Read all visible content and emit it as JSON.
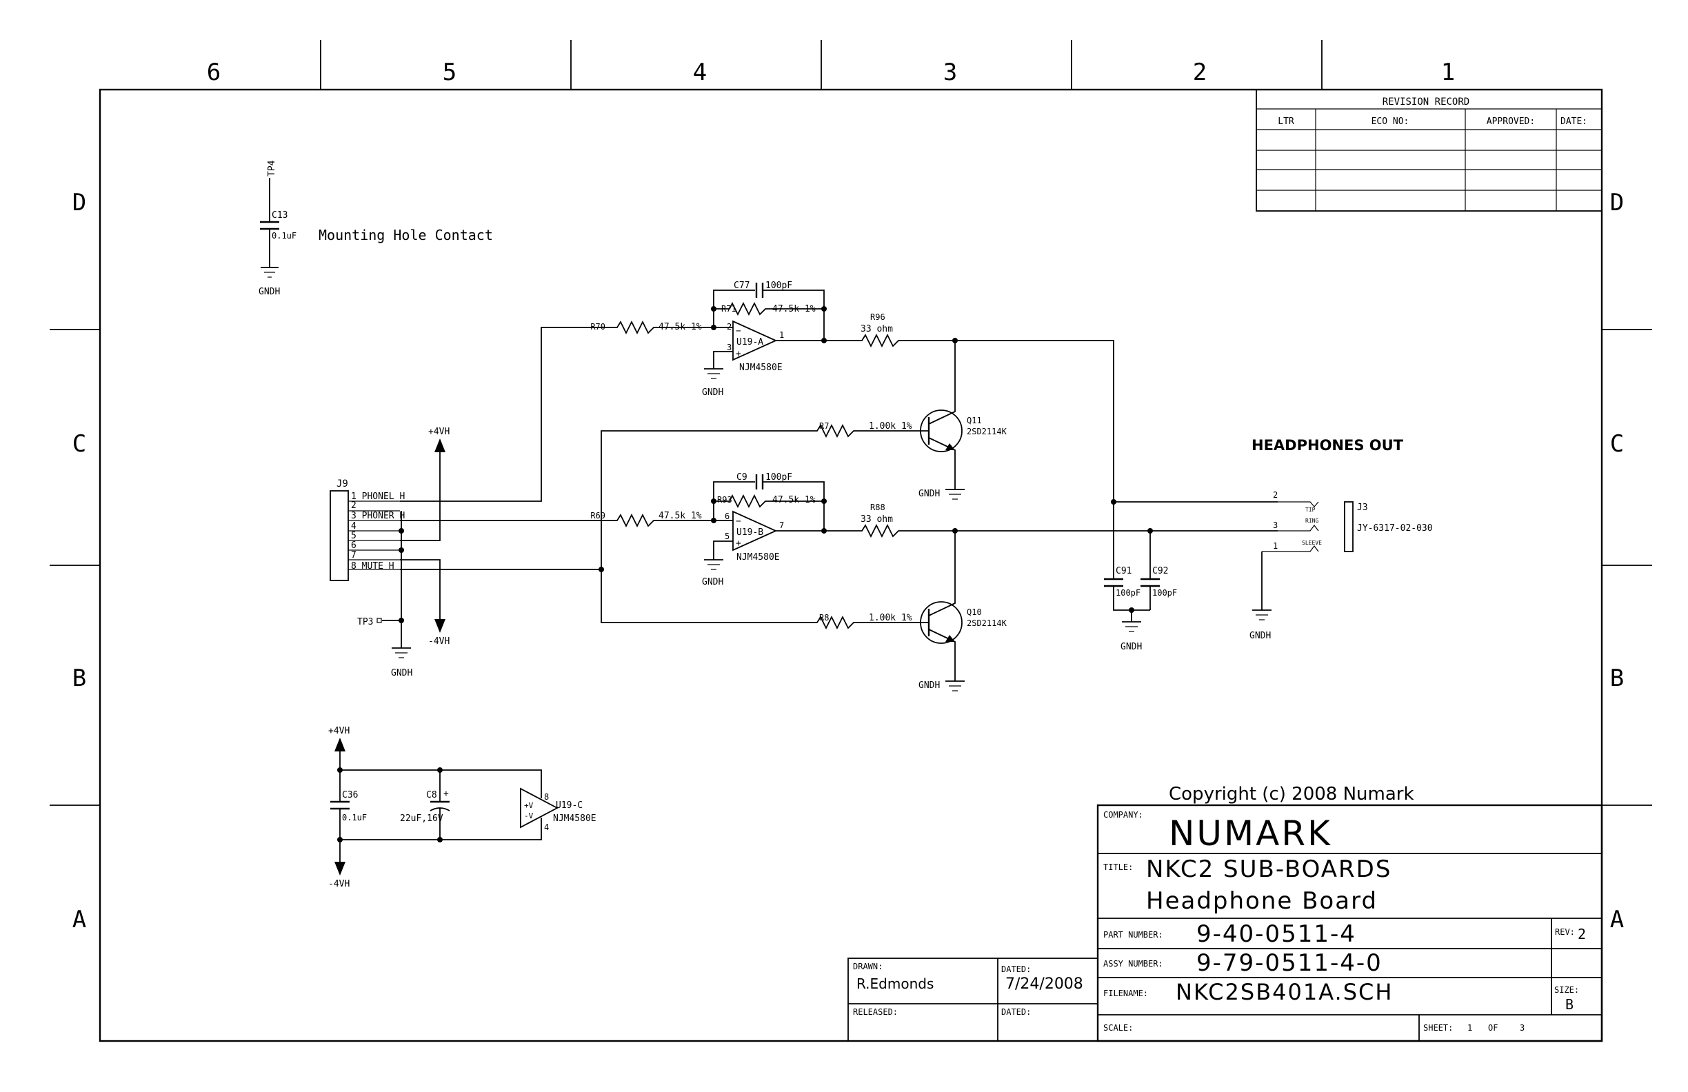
{
  "border": {
    "columns": [
      "6",
      "5",
      "4",
      "3",
      "2",
      "1"
    ],
    "rows": [
      "D",
      "C",
      "B",
      "A"
    ]
  },
  "revision_record": {
    "title": "REVISION RECORD",
    "headers": [
      "LTR",
      "ECO NO:",
      "APPROVED:",
      "DATE:"
    ]
  },
  "mounting": {
    "tp": "TP4",
    "cap": "C13",
    "cap_value": "0.1uF",
    "note": "Mounting Hole Contact",
    "gnd": "GNDH"
  },
  "connector_j9": {
    "ref": "J9",
    "pins": [
      "1 PHONEL H",
      "2",
      "3 PHONER H",
      "4",
      "5",
      "6",
      "7",
      "8 MUTE H"
    ]
  },
  "rails": {
    "pos": "+4VH",
    "neg": "-4VH",
    "gnd": "GNDH"
  },
  "tp3": "TP3",
  "amp_a": {
    "r_in": "R70",
    "r_in_val": "47.5k 1%",
    "c_fb": "C77",
    "c_fb_val": "100pF",
    "r_fb": "R71",
    "r_fb_val": "47.5k 1%",
    "u": "U19-A",
    "part": "NJM4580E",
    "pins": [
      "2",
      "3",
      "1"
    ],
    "r_out": "R96",
    "r_out_val": "33 ohm"
  },
  "amp_b": {
    "r_in": "R69",
    "r_in_val": "47.5k 1%",
    "c_fb": "C9",
    "c_fb_val": "100pF",
    "r_fb": "R93",
    "r_fb_val": "47.5k 1%",
    "u": "U19-B",
    "part": "NJM4580E",
    "pins": [
      "6",
      "5",
      "7"
    ],
    "r_out": "R88",
    "r_out_val": "33 ohm"
  },
  "mute_q11": {
    "r": "R7",
    "r_val": "1.00k 1%",
    "q": "Q11",
    "part": "2SD2114K"
  },
  "mute_q10": {
    "r": "R8",
    "r_val": "1.00k 1%",
    "q": "Q10",
    "part": "2SD2114K"
  },
  "out_caps": {
    "c91": "C91",
    "c91_val": "100pF",
    "c92": "C92",
    "c92_val": "100pF"
  },
  "headphones": {
    "label": "HEADPHONES OUT",
    "ref": "J3",
    "part": "JY-6317-02-030",
    "pin_tip": "2",
    "pin_ring": "3",
    "pin_sleeve": "1",
    "tip": "TIP",
    "ring": "RING",
    "sleeve": "SLEEVE"
  },
  "supply": {
    "c36": "C36",
    "c36_val": "0.1uF",
    "c8": "C8",
    "c8_val": "22uF,16V",
    "u": "U19-C",
    "part": "NJM4580E",
    "pin_top": "8",
    "pin_bot": "4",
    "plus_v": "+V",
    "minus_v": "-V"
  },
  "title_block": {
    "copyright": "Copyright (c) 2008 Numark",
    "company_label": "COMPANY:",
    "company": "NUMARK",
    "title_label": "TITLE:",
    "title_line1": "NKC2 SUB-BOARDS",
    "title_line2": "Headphone Board",
    "part_label": "PART NUMBER:",
    "part_number": "9-40-0511-4",
    "rev_label": "REV:",
    "rev": "2",
    "assy_label": "ASSY NUMBER:",
    "assy_number": "9-79-0511-4-0",
    "filename_label": "FILENAME:",
    "filename": "NKC2SB401A.SCH",
    "size_label": "SIZE:",
    "size": "B",
    "scale_label": "SCALE:",
    "sheet_label": "SHEET:",
    "sheet": "1",
    "of_label": "OF",
    "of": "3",
    "drawn_label": "DRAWN:",
    "drawn": "R.Edmonds",
    "dated_label": "DATED:",
    "dated": "7/24/2008",
    "released_label": "RELEASED:",
    "dated2_label": "DATED:"
  }
}
